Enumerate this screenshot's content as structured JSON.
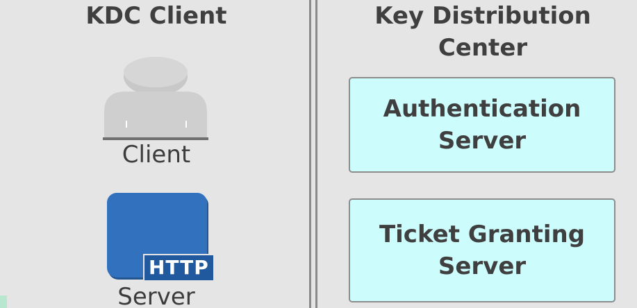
{
  "left_panel": {
    "title": "KDC Client",
    "client": {
      "label": "Client",
      "icon": "user-icon"
    },
    "server": {
      "label": "Server",
      "icon": "http-server-icon",
      "badge": "HTTP"
    }
  },
  "right_panel": {
    "title_line1": "Key Distribution",
    "title_line2": "Center",
    "boxes": [
      {
        "line1": "Authentication",
        "line2": "Server"
      },
      {
        "line1": "Ticket Granting",
        "line2": "Server"
      }
    ]
  },
  "colors": {
    "background": "#e5e5e5",
    "box_fill": "#ccfcfc",
    "server_blue": "#3171bd",
    "divider": "#8a8a8a"
  }
}
